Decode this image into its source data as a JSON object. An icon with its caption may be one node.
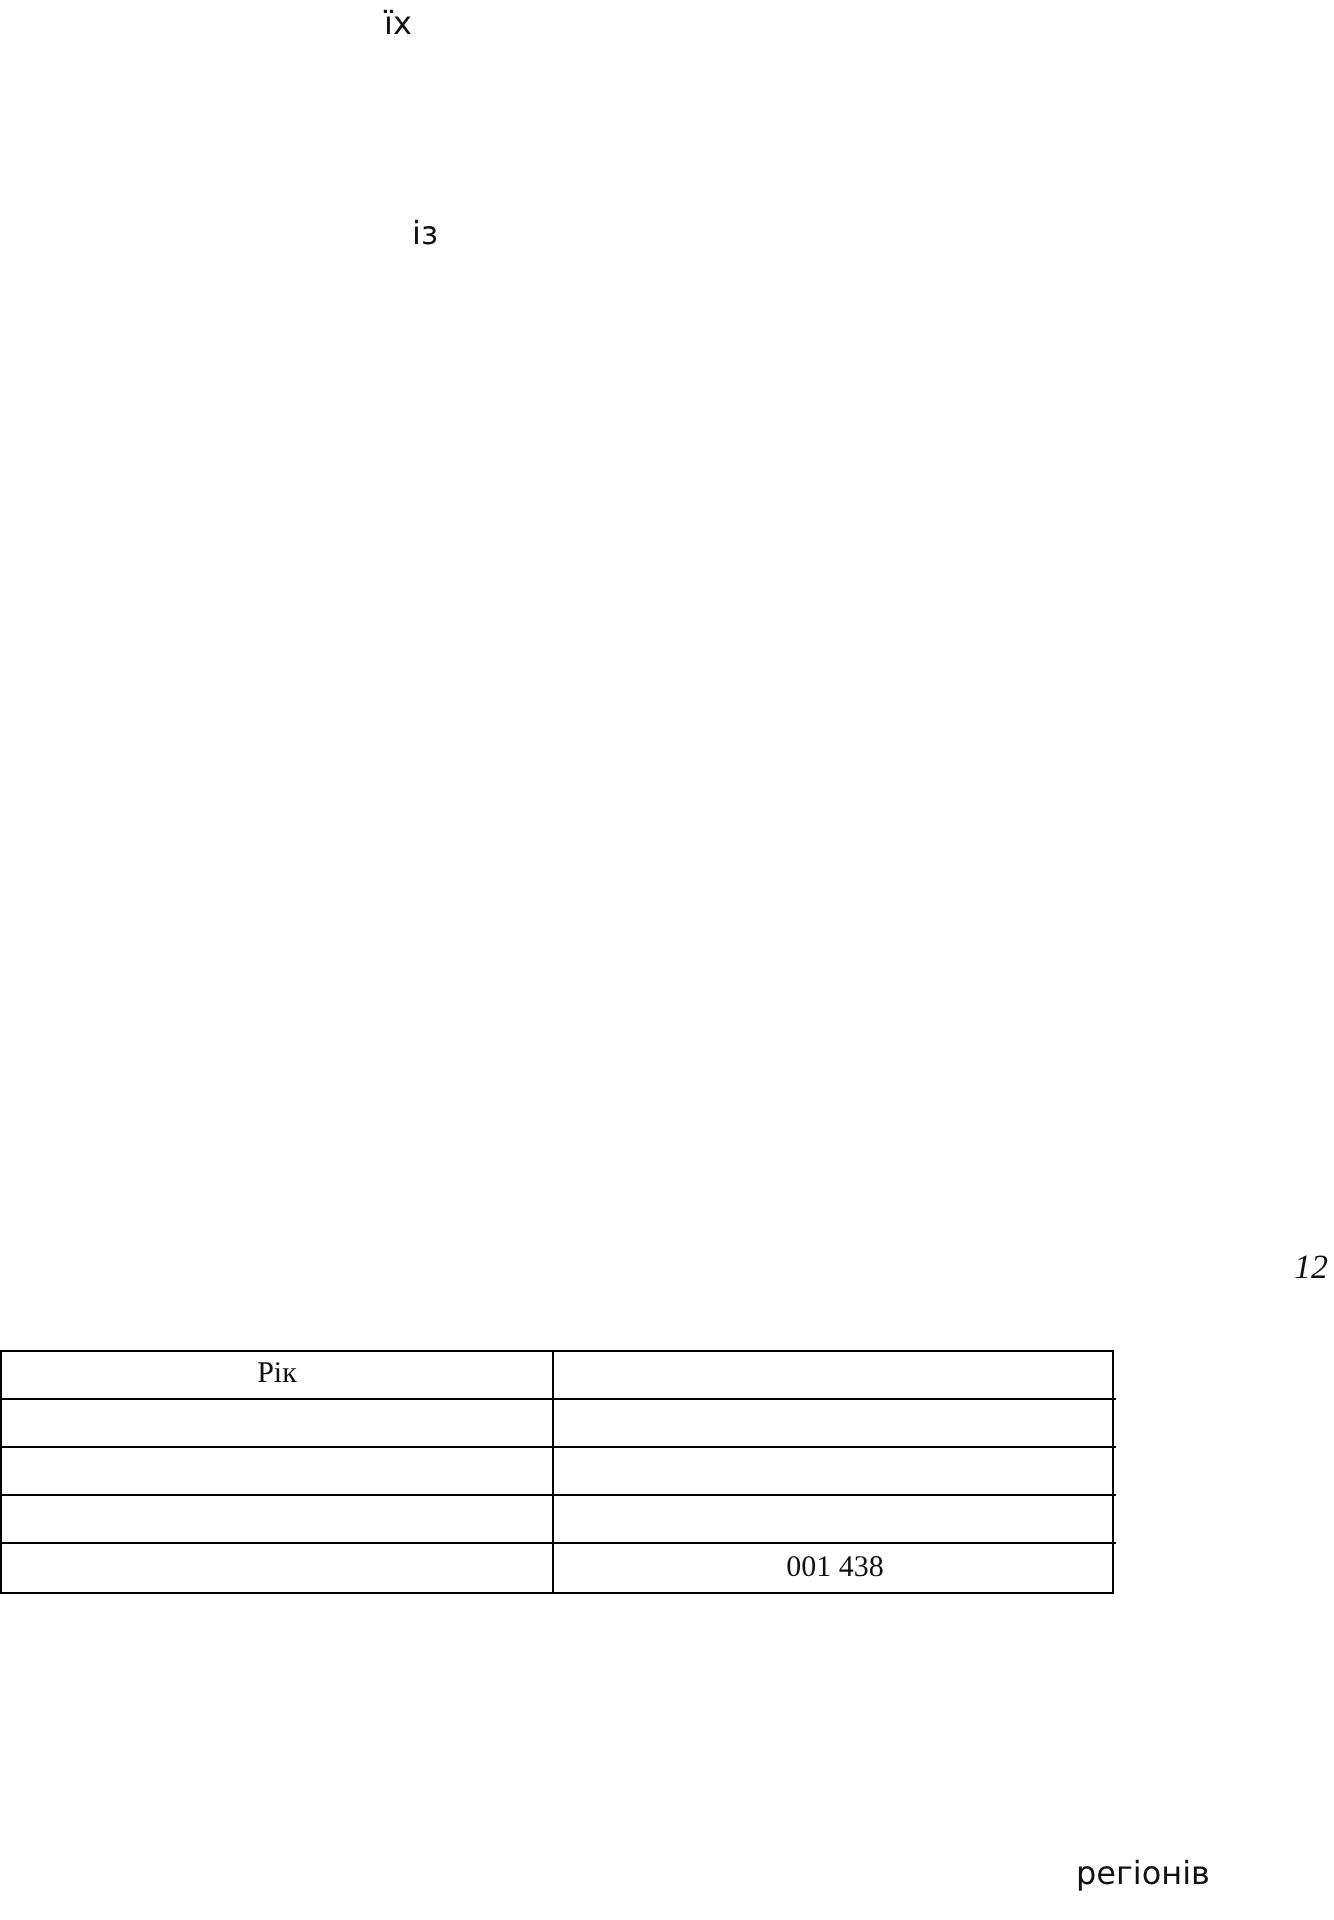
{
  "diagram": {
    "labels": [
      "їх",
      "із",
      "12",
      "Рік",
      "001 438",
      "регіонів"
    ]
  }
}
